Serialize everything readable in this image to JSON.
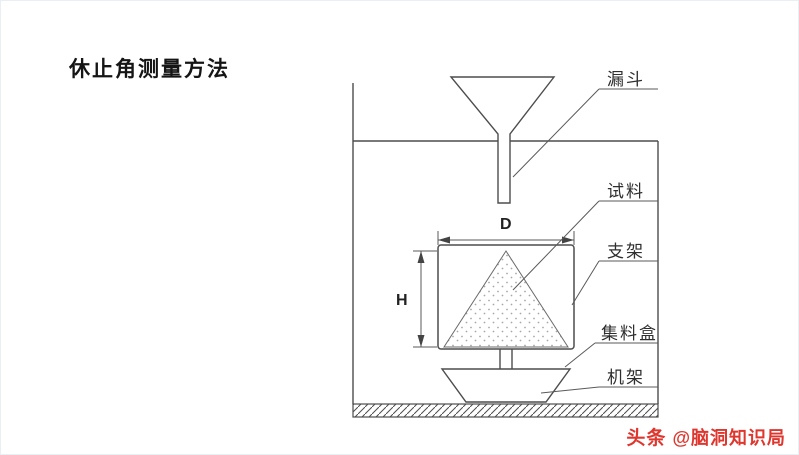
{
  "page": {
    "title": "休止角测量方法"
  },
  "diagram": {
    "part_labels": {
      "funnel": "漏斗",
      "sample": "试料",
      "support": "支架",
      "collection_box": "集料盒",
      "frame": "机架"
    },
    "dimensions": {
      "diameter": "D",
      "height": "H"
    },
    "colors": {
      "line": "#4d4d4d",
      "watermark_red": "#df372e"
    }
  },
  "watermark": {
    "brand": "头条",
    "account": "@脑洞知识局"
  }
}
